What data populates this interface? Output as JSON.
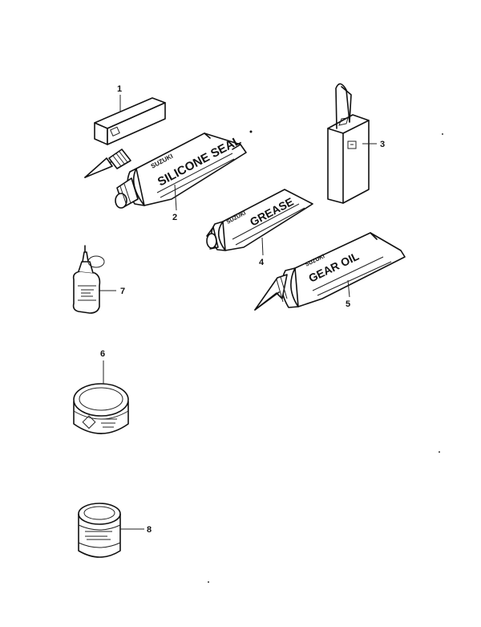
{
  "callouts": {
    "c1": "1",
    "c2": "2",
    "c3": "3",
    "c4": "4",
    "c5": "5",
    "c6": "6",
    "c7": "7",
    "c8": "8"
  },
  "tubes": {
    "silicone": {
      "brand": "SUZUKI",
      "label": "SILICONE SEAL"
    },
    "grease": {
      "brand": "SUZUKI",
      "label": "GREASE"
    },
    "gear_oil": {
      "brand": "SUZUKI",
      "label": "GEAR OIL"
    }
  }
}
